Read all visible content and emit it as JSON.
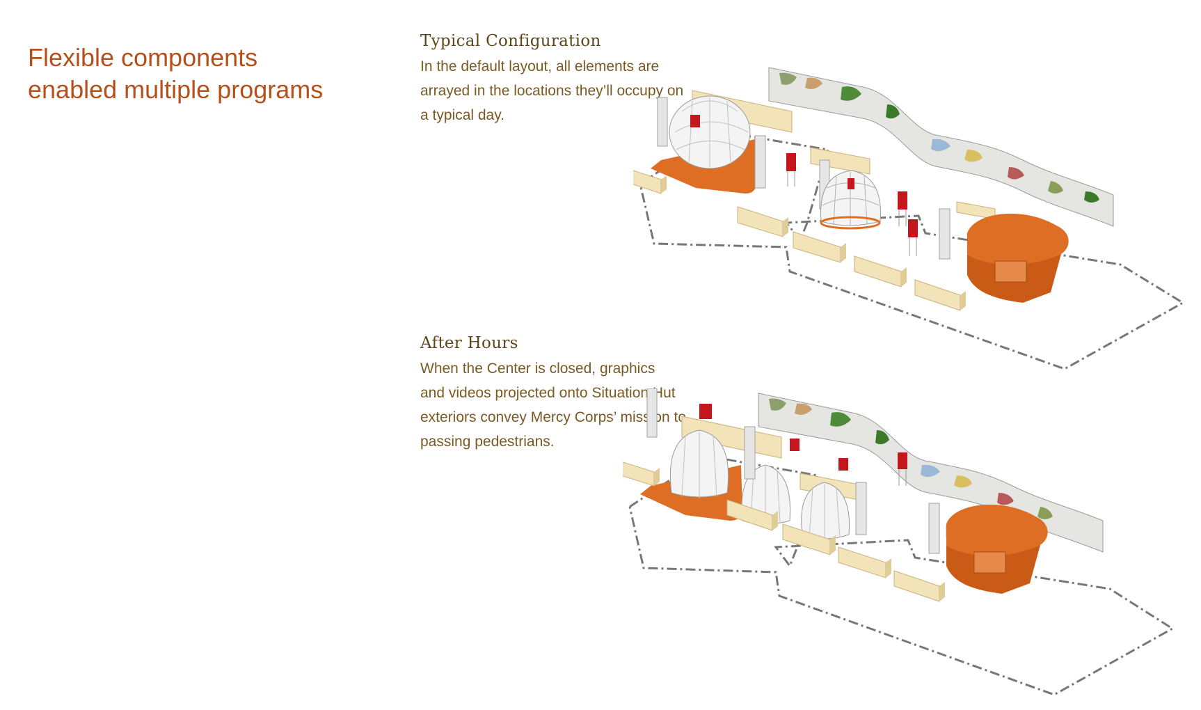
{
  "title": {
    "line1": "Flexible components",
    "line2": "enabled multiple programs"
  },
  "sections": [
    {
      "heading": "Typical Configuration",
      "body_lines": [
        "In the default layout, all elements are",
        "arrayed in the locations they’ll occupy on",
        "a typical day."
      ]
    },
    {
      "heading": "After Hours",
      "body_lines": [
        "When the Center is closed, graphics",
        "and videos projected onto Situation Hut",
        "exteriors convey Mercy Corps’ mission to",
        "passing pedestrians."
      ]
    }
  ],
  "colors": {
    "title": "#b5501c",
    "heading": "#5a4618",
    "body": "#7a5a22",
    "orange_floor": "#dd6e24",
    "bench": "#f3e3b8",
    "dome": "#f2f2f2",
    "kiosk_red": "#c4161c",
    "dash_outline": "#777777"
  }
}
